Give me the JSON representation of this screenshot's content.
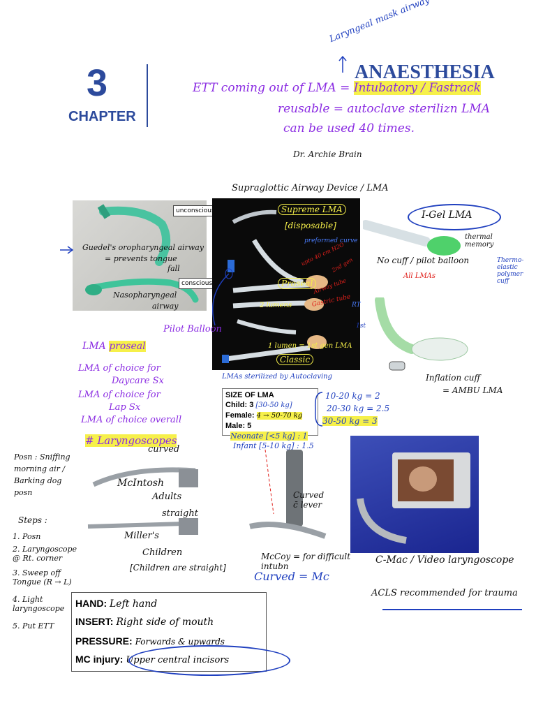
{
  "header": {
    "chapter_number": "3",
    "chapter_label": "CHAPTER",
    "title": "ANAESTHESIA",
    "title_note": "Laryngeal mask airway"
  },
  "top_notes": {
    "line1": "ETT coming out of LMA =",
    "line1_hl": "Intubatory / Fastrack",
    "line2": "reusable = autoclave sterilizn LMA",
    "line3": "can be used 40 times.",
    "brain": "Dr. Archie Brain",
    "sad": "Supraglottic Airway Device / LMA"
  },
  "left_photo": {
    "unconscious": "unconscious",
    "conscious": "conscious",
    "guedel_1": "Guedel's oropharyngeal airway",
    "guedel_2": "= prevents tongue",
    "guedel_3": "fall",
    "naso_1": "Nasopharyngeal",
    "naso_2": "airway"
  },
  "center_photo": {
    "supreme": "Supreme LMA",
    "disposable": "[disposable]",
    "preformed": "preformed curve",
    "upto": "upto 40 cm H2O",
    "second_gen": "2nd gen",
    "proseal": "Proseal",
    "airway_tube": "Airway tube",
    "gastric_tube": "Gastric tube",
    "lumens2": "2 lumens",
    "rt": "RT",
    "lumen1": "1 lumen = 1st gen LMA",
    "classic": "Classic",
    "autoclave": "LMAs sterilized by Autoclaving",
    "pilot": "Pilot Balloon"
  },
  "right_top": {
    "igel": "I-Gel LMA",
    "thermal": "thermal memory",
    "thermo": "Thermo-elastic polymer cuff",
    "no_cuff": "No cuff / pilot balloon",
    "all_lmas": "All LMAs",
    "inflation_1": "Inflation cuff",
    "inflation_2": "= AMBU LMA",
    "first_gen": "1st"
  },
  "proseal_notes": {
    "lma": "LMA",
    "proseal": "proseal",
    "l1": "LMA of choice for",
    "l1b": "Daycare Sx",
    "l2": "LMA of choice for",
    "l2b": "Lap Sx",
    "l3": "LMA of choice overall"
  },
  "size_box": {
    "title": "SIZE OF LMA",
    "child": "Child: 3",
    "child_note": "[30-50 kg]",
    "female": "Female: ",
    "female_hl": "4 → 50-70 kg",
    "male": "Male: 5",
    "neonate": "Neonate [<5 kg] : 1",
    "infant": "Infant [5-10 kg] : 1.5",
    "s1": "10-20 kg = 2",
    "s2": "20-30 kg = 2.5",
    "s3": "30-50 kg = 3"
  },
  "laryngoscope": {
    "heading": "# Laryngoscopes",
    "position": "Posn : Sniffing morning air / Barking dog posn",
    "curved": "curved",
    "macintosh": "McIntosh",
    "adults": "Adults",
    "straight": "straight",
    "millers": "Miller's",
    "children": "Children",
    "children_note": "[Children are straight]",
    "steps_title": "Steps :",
    "step1": "1. Posn",
    "step2": "2. Laryngoscope @ Rt. corner",
    "step3": "3. Sweep off Tongue (R → L)",
    "step4": "4. Light laryngoscope",
    "step5": "5. Put ETT",
    "curved_lever": "Curved c̄ lever",
    "mccoy": "McCoy = for difficult intubn",
    "curved_mc": "Curved = Mc",
    "cmac": "C-Mac / Video laryngoscope",
    "acls": "ACLS recommended for trauma"
  },
  "hand_box": {
    "hand_label": "HAND:",
    "hand_val": "Left hand",
    "insert_label": "INSERT:",
    "insert_val": "Right side of mouth",
    "pressure_label": "PRESSURE:",
    "pressure_val": "Forwards & upwards",
    "mc_label": "MC injury:",
    "mc_val": "Upper central incisors"
  },
  "colors": {
    "chapter_blue": "#2c4a9c",
    "ink_purple": "#8a2be2",
    "ink_blue": "#1f3fbf",
    "highlight": "#f6f04a",
    "ink_red": "#e0201b"
  }
}
